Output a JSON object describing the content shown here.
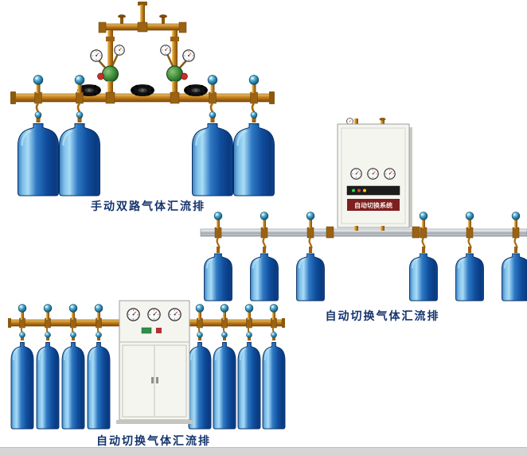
{
  "page": {
    "background": "#ffffff",
    "bottom_strip_color": "#d6d6d6"
  },
  "colors": {
    "caption_text": "#16356e",
    "brass_pipe": "#b06f14",
    "cylinder_blue": "#11519f",
    "valve_knob_teal": "#3a8fb5",
    "cabinet_body": "#f5f5f0",
    "regulator_green": "#3f8f3a",
    "aluminum_pipe": "#aab0b6",
    "label_plate_red": "#7e1f1f"
  },
  "products": [
    {
      "id": "manual-dual-manifold",
      "caption": "手动双路气体汇流排",
      "cylinder_count": 4
    },
    {
      "id": "auto-switch-wall-manifold",
      "caption": "自动切换气体汇流排",
      "cabinet_label": "自动切换系统",
      "cylinder_count": 6
    },
    {
      "id": "auto-switch-floor-manifold",
      "caption": "自动切换气体汇流排",
      "cylinder_count": 8
    }
  ]
}
